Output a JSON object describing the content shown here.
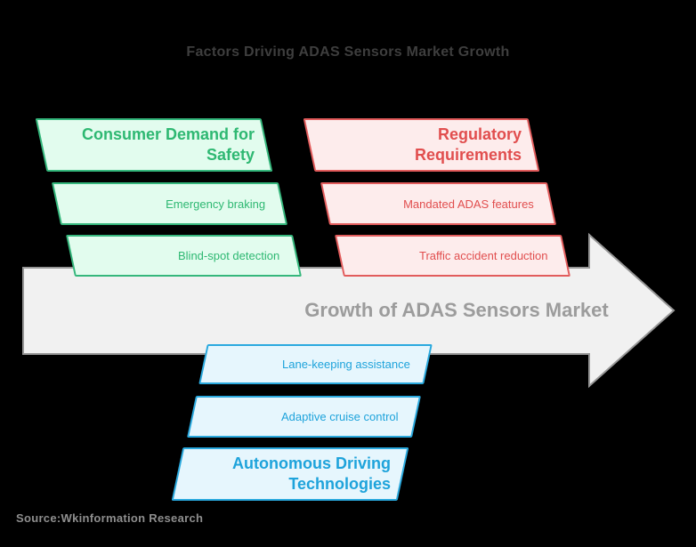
{
  "title": "Factors Driving ADAS Sensors Market Growth",
  "background": "#000000",
  "arrow": {
    "label": "Growth of ADAS Sensors Market",
    "fill": "#f1f1f1",
    "border_color": "#969696",
    "label_color": "#9c9c9c"
  },
  "factor_groups": [
    {
      "header": "Consumer Demand for Safety",
      "items": [
        "Emergency braking",
        "Blind-spot detection"
      ],
      "accent": "#2eb872",
      "fill": "#e2fcee",
      "border_color": "#35b77c"
    },
    {
      "header": "Regulatory Requirements",
      "items": [
        "Mandated ADAS features",
        "Traffic accident reduction"
      ],
      "accent": "#e14e4e",
      "fill": "#fdecec",
      "border_color": "#e25c5c"
    },
    {
      "header": "Autonomous Driving Technologies",
      "items": [
        "Lane-keeping assistance",
        "Adaptive cruise control"
      ],
      "accent": "#1ea3db",
      "fill": "#e6f6fd",
      "border_color": "#2aa9de"
    }
  ],
  "footer": {
    "source": "Source:Wkinformation Research"
  }
}
